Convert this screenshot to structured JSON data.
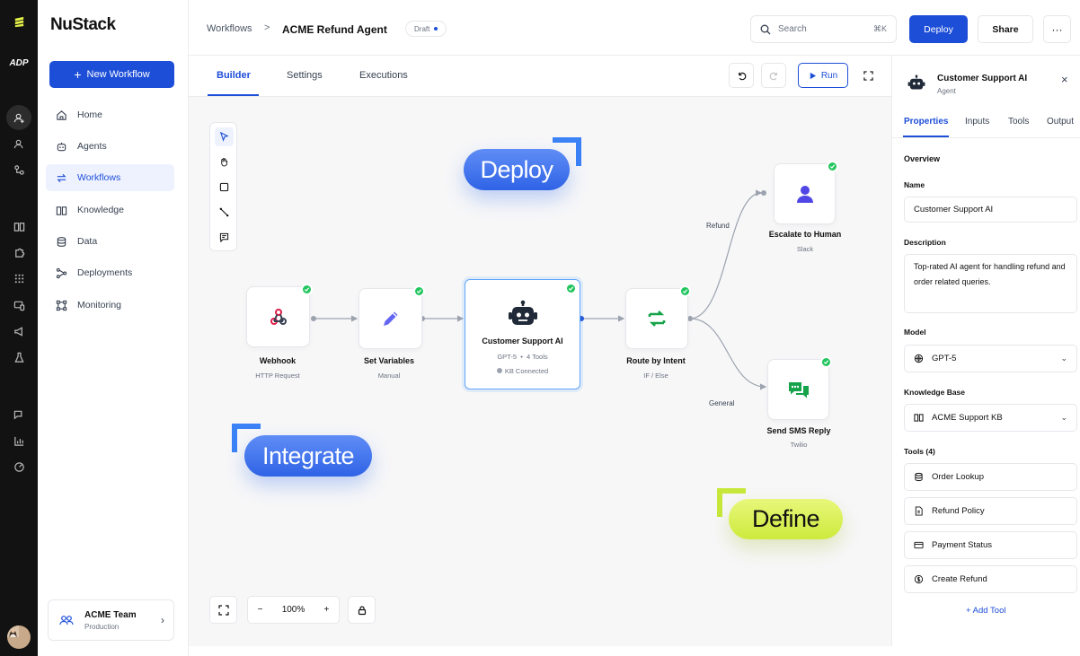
{
  "brand": {
    "name": "NuStack"
  },
  "rail": {
    "logo_text": "ADP"
  },
  "sidebar": {
    "new_workflow": "New Workflow",
    "items": [
      {
        "label": "Home",
        "icon": "home-icon"
      },
      {
        "label": "Agents",
        "icon": "bot-icon"
      },
      {
        "label": "Workflows",
        "icon": "swap-icon"
      },
      {
        "label": "Knowledge",
        "icon": "book-icon"
      },
      {
        "label": "Data",
        "icon": "database-icon"
      },
      {
        "label": "Deployments",
        "icon": "deploy-icon"
      },
      {
        "label": "Monitoring",
        "icon": "monitor-icon"
      }
    ],
    "team": {
      "name": "ACME Team",
      "env": "Production"
    }
  },
  "header": {
    "breadcrumb_parent": "Workflows",
    "breadcrumb_sep": ">",
    "title": "ACME Refund Agent",
    "status": "Draft",
    "search_placeholder": "Search",
    "search_shortcut": "⌘K",
    "deploy": "Deploy",
    "share": "Share",
    "more": "···"
  },
  "tabs": [
    "Builder",
    "Settings",
    "Executions"
  ],
  "toolbar": {
    "run": "Run"
  },
  "nodes": {
    "webhook": {
      "label": "Webhook",
      "sub": "HTTP Request"
    },
    "setvars": {
      "label": "Set Variables",
      "sub": "Manual"
    },
    "agent": {
      "label": "Customer Support AI",
      "model": "GPT-5",
      "sep": "•",
      "tools": "4 Tools",
      "kb": "KB Connected"
    },
    "route": {
      "label": "Route by Intent",
      "sub": "IF / Else"
    },
    "escalate": {
      "label": "Escalate to Human",
      "sub": "Slack"
    },
    "sms": {
      "label": "Send SMS Reply",
      "sub": "Twilio"
    }
  },
  "edges": {
    "refund": "Refund",
    "general": "General"
  },
  "callouts": {
    "deploy": "Deploy",
    "integrate": "Integrate",
    "define": "Define"
  },
  "zoom": {
    "minus": "−",
    "value": "100%",
    "plus": "+"
  },
  "panel": {
    "title": "Customer Support AI",
    "subtitle": "Agent",
    "close": "×",
    "tabs": [
      "Properties",
      "Inputs",
      "Tools",
      "Output"
    ],
    "overview": "Overview",
    "name_label": "Name",
    "name_value": "Customer Support AI",
    "desc_label": "Description",
    "desc_value": "Top-rated AI agent for handling refund and order related queries.",
    "model_label": "Model",
    "model_value": "GPT-5",
    "kb_label": "Knowledge Base",
    "kb_value": "ACME Support KB",
    "tools_label": "Tools (4)",
    "tools": [
      "Order Lookup",
      "Refund Policy",
      "Payment Status",
      "Create Refund"
    ],
    "add_tool": "+ Add Tool"
  },
  "colors": {
    "accent": "#1d4ed8",
    "success": "#22c55e",
    "define": "#d9f15a",
    "pill_blue": "#2563eb"
  }
}
